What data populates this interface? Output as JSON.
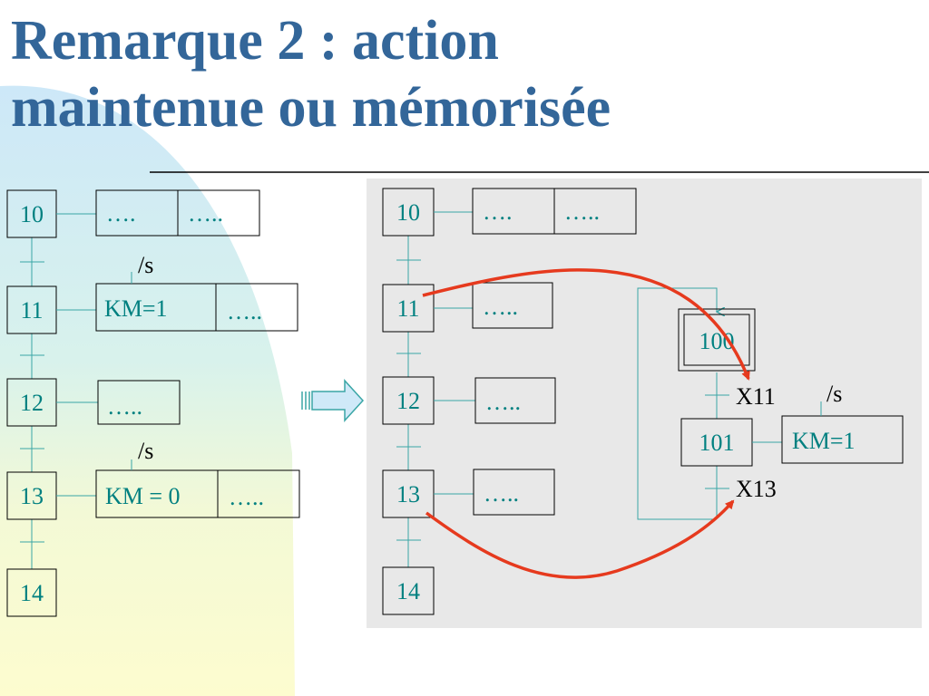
{
  "title": {
    "line1": "Remarque 2 : action",
    "line2": "maintenue ou mémorisée"
  },
  "left_grafcet": {
    "steps": [
      "10",
      "11",
      "12",
      "13",
      "14"
    ],
    "actions": [
      {
        "step": "10",
        "boxes": [
          "….",
          "….."
        ]
      },
      {
        "step": "11",
        "boxes": [
          "KM=1",
          "….."
        ],
        "qualifier": "/s"
      },
      {
        "step": "12",
        "boxes": [
          "….."
        ]
      },
      {
        "step": "13",
        "boxes": [
          "KM = 0",
          "….."
        ],
        "qualifier": "/s"
      }
    ]
  },
  "right_grafcet": {
    "steps": [
      "10",
      "11",
      "12",
      "13",
      "14"
    ],
    "actions": [
      {
        "step": "10",
        "boxes": [
          "….",
          "….."
        ]
      },
      {
        "step": "11",
        "boxes": [
          "….."
        ]
      },
      {
        "step": "12",
        "boxes": [
          "….."
        ]
      },
      {
        "step": "13",
        "boxes": [
          "….."
        ]
      }
    ]
  },
  "auxiliary_grafcet": {
    "initial_step": "100",
    "step": "101",
    "transition_1": "X11",
    "transition_2": "X13",
    "action": "KM=1",
    "qualifier": "/s"
  },
  "colors": {
    "title": "#336699",
    "diagram_text": "#008080",
    "lines": "#3aa6a6",
    "arrow": "#e63a1e",
    "panel": "#e8e8e8",
    "background_blue": "#cfe9f8",
    "background_yellow": "#fbfbd2"
  }
}
